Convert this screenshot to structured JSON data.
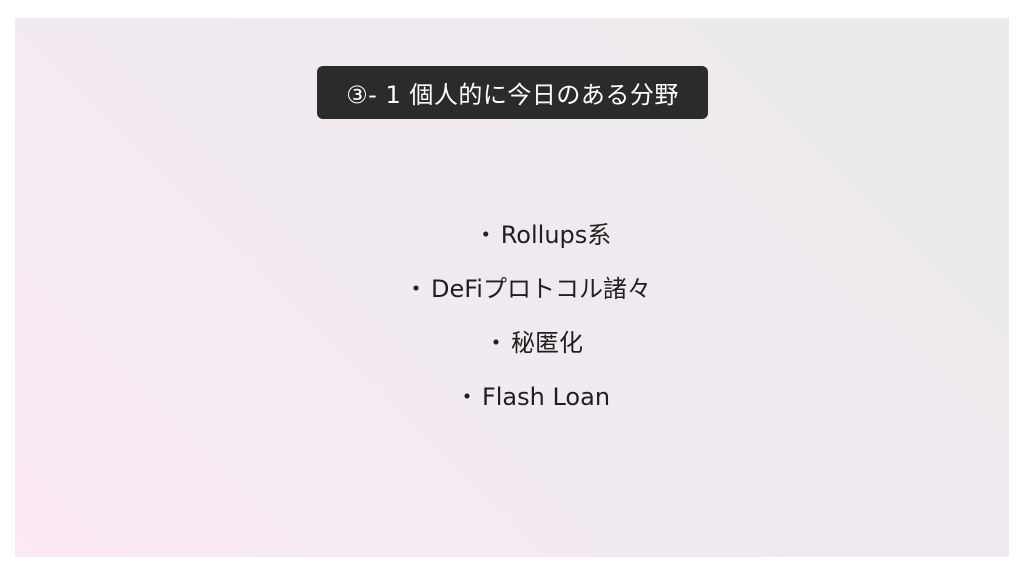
{
  "slide": {
    "title": "③- 1 個人的に今日のある分野",
    "bullet_marker": "・",
    "bullets": [
      "Rollups系",
      "DeFiプロトコル諸々",
      "秘匿化",
      "Flash Loan"
    ]
  }
}
